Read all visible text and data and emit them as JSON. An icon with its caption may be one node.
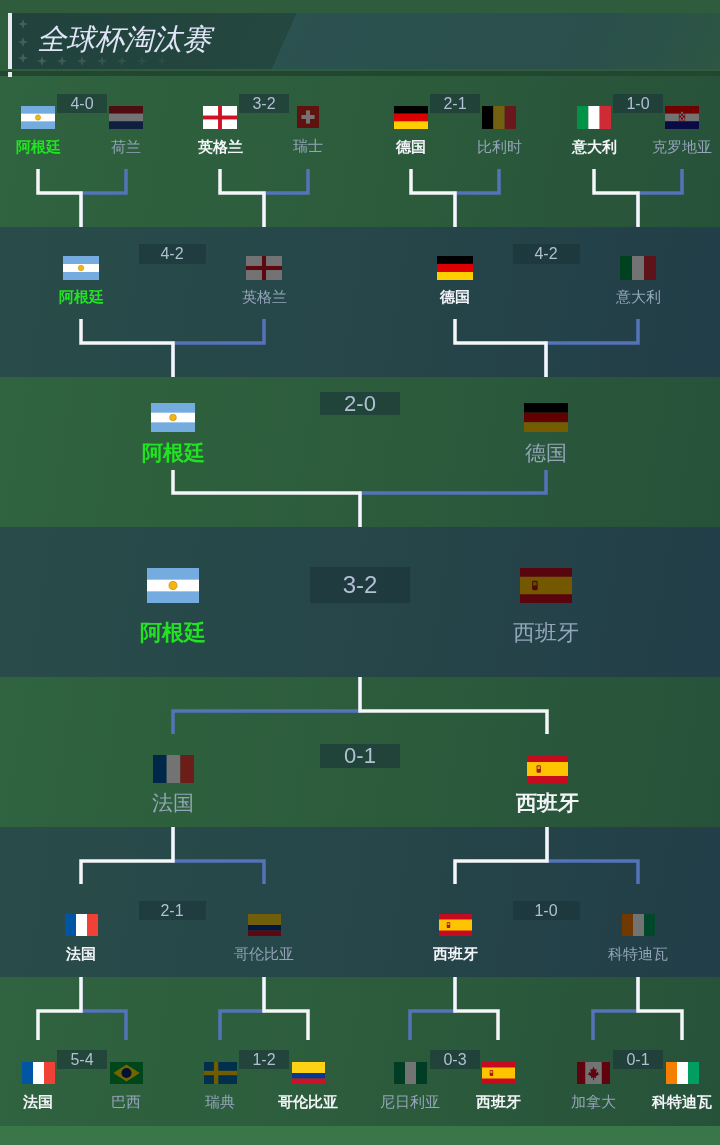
{
  "diagram": {
    "title": "全球杯淘汰赛",
    "nodes": [
      {
        "text": [],
        "shape": "band"
      },
      {
        "text": [
          "阿根廷"
        ],
        "in": 0
      },
      {
        "text": [
          "4-0"
        ],
        "in": 0
      },
      {
        "text": [
          "荷兰"
        ],
        "in": 0
      },
      {
        "text": [
          "英格兰"
        ],
        "in": 0
      },
      {
        "text": [
          "3-2"
        ],
        "in": 0
      },
      {
        "text": [
          "瑞士"
        ],
        "in": 0
      },
      {
        "text": [
          "德国"
        ],
        "in": 0
      },
      {
        "text": [
          "2-1"
        ],
        "in": 0
      },
      {
        "text": [
          "比利时"
        ],
        "in": 0
      },
      {
        "text": [
          "意大利"
        ],
        "in": 0
      },
      {
        "text": [
          "1-0"
        ],
        "in": 0
      },
      {
        "text": [
          "克罗地亚"
        ],
        "in": 0
      },
      {
        "text": [],
        "shape": "band"
      },
      {
        "text": [
          "阿根廷"
        ],
        "in": 13
      },
      {
        "text": [
          "4-2"
        ],
        "in": 13
      },
      {
        "text": [
          "英格兰"
        ],
        "in": 13
      },
      {
        "text": [
          "德国"
        ],
        "in": 13
      },
      {
        "text": [
          "4-2"
        ],
        "in": 13
      },
      {
        "text": [
          "意大利"
        ],
        "in": 13
      },
      {
        "text": [],
        "shape": "band"
      },
      {
        "text": [
          "阿根廷"
        ],
        "in": 20
      },
      {
        "text": [
          "2-0"
        ],
        "in": 20
      },
      {
        "text": [
          "德国"
        ],
        "in": 20
      },
      {
        "text": [],
        "shape": "band"
      },
      {
        "text": [
          "阿根廷"
        ],
        "in": 24
      },
      {
        "text": [
          "3-2"
        ],
        "in": 24
      },
      {
        "text": [
          "西班牙"
        ],
        "in": 24
      },
      {
        "text": [],
        "shape": "band"
      },
      {
        "text": [
          "法国"
        ],
        "in": 28
      },
      {
        "text": [
          "0-1"
        ],
        "in": 28
      },
      {
        "text": [
          "西班牙"
        ],
        "in": 28
      },
      {
        "text": [],
        "shape": "band"
      },
      {
        "text": [
          "法国"
        ],
        "in": 32
      },
      {
        "text": [
          "2-1"
        ],
        "in": 32
      },
      {
        "text": [
          "哥伦比亚"
        ],
        "in": 32
      },
      {
        "text": [
          "西班牙"
        ],
        "in": 32
      },
      {
        "text": [
          "1-0"
        ],
        "in": 32
      },
      {
        "text": [
          "科特迪瓦"
        ],
        "in": 32
      },
      {
        "text": [],
        "shape": "band"
      },
      {
        "text": [
          "法国"
        ],
        "in": 39
      },
      {
        "text": [
          "5-4"
        ],
        "in": 39
      },
      {
        "text": [
          "巴西"
        ],
        "in": 39
      },
      {
        "text": [
          "瑞典"
        ],
        "in": 39
      },
      {
        "text": [
          "1-2"
        ],
        "in": 39
      },
      {
        "text": [
          "哥伦比亚"
        ],
        "in": 39
      },
      {
        "text": [
          "尼日利亚"
        ],
        "in": 39
      },
      {
        "text": [
          "0-3"
        ],
        "in": 39
      },
      {
        "text": [
          "西班牙"
        ],
        "in": 39
      },
      {
        "text": [
          "加拿大"
        ],
        "in": 39
      },
      {
        "text": [
          "0-1"
        ],
        "in": 39
      },
      {
        "text": [
          "科特迪瓦"
        ],
        "in": 39
      }
    ],
    "edges": [
      {
        "from": 1,
        "to": 14,
        "arrow": "none"
      },
      {
        "from": 3,
        "to": 14,
        "arrow": "none",
        "color": "#5473b9"
      },
      {
        "from": 4,
        "to": 16,
        "arrow": "none"
      },
      {
        "from": 6,
        "to": 16,
        "arrow": "none",
        "color": "#5473b9"
      },
      {
        "from": 7,
        "to": 17,
        "arrow": "none"
      },
      {
        "from": 9,
        "to": 17,
        "arrow": "none",
        "color": "#5473b9"
      },
      {
        "from": 10,
        "to": 19,
        "arrow": "none"
      },
      {
        "from": 12,
        "to": 19,
        "arrow": "none",
        "color": "#5473b9"
      },
      {
        "from": 14,
        "to": 21,
        "arrow": "none"
      },
      {
        "from": 16,
        "to": 21,
        "arrow": "none",
        "color": "#5473b9"
      },
      {
        "from": 17,
        "to": 23,
        "arrow": "none"
      },
      {
        "from": 19,
        "to": 23,
        "arrow": "none",
        "color": "#5473b9"
      },
      {
        "from": 21,
        "to": 24,
        "arrow": "none"
      },
      {
        "from": 23,
        "to": 24,
        "arrow": "none",
        "color": "#5473b9"
      },
      {
        "from": 40,
        "to": 33,
        "arrow": "none"
      },
      {
        "from": 42,
        "to": 33,
        "arrow": "none",
        "color": "#5473b9"
      },
      {
        "from": 43,
        "to": 35,
        "arrow": "none",
        "color": "#5473b9"
      },
      {
        "from": 45,
        "to": 35,
        "arrow": "none"
      },
      {
        "from": 46,
        "to": 36,
        "arrow": "none",
        "color": "#5473b9"
      },
      {
        "from": 48,
        "to": 36,
        "arrow": "none"
      },
      {
        "from": 49,
        "to": 38,
        "arrow": "none",
        "color": "#5473b9"
      },
      {
        "from": 51,
        "to": 38,
        "arrow": "none"
      },
      {
        "from": 33,
        "to": 29,
        "arrow": "none"
      },
      {
        "from": 35,
        "to": 29,
        "arrow": "none",
        "color": "#5473b9"
      },
      {
        "from": 36,
        "to": 31,
        "arrow": "none"
      },
      {
        "from": 38,
        "to": 31,
        "arrow": "none",
        "color": "#5473b9"
      },
      {
        "from": 29,
        "to": 24,
        "arrow": "none",
        "color": "#5473b9"
      },
      {
        "from": 31,
        "to": 24,
        "arrow": "none"
      }
    ]
  }
}
